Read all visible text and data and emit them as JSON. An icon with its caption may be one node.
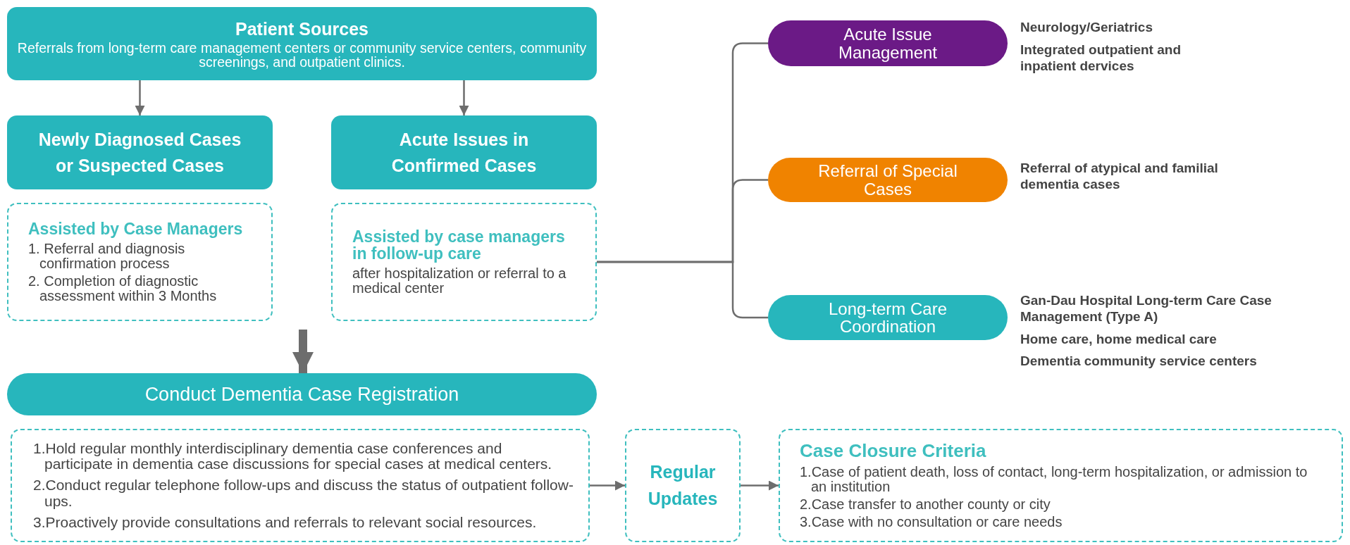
{
  "diagram": {
    "nodes": [
      {
        "text": [
          "Patient Sources",
          "Referrals from long-term care management centers or community service centers, community screenings, and outpatient clinics."
        ]
      },
      {
        "text": [
          "Newly Diagnosed Cases or Suspected Cases"
        ]
      },
      {
        "text": [
          "Acute Issues in Confirmed Cases"
        ]
      },
      {
        "text": [
          "Assisted by Case Managers",
          "1. Referral and diagnosis confirmation process",
          "2. Completion of diagnostic assessment within 3 Months"
        ]
      },
      {
        "text": [
          "Assisted by case managers in follow-up care",
          "after hospitalization or referral to a medical center"
        ]
      },
      {
        "text": [
          "Acute Issue Management"
        ],
        "beside": [
          "Neurology/Geriatrics",
          "Integrated outpatient and inpatient dervices"
        ]
      },
      {
        "text": [
          "Referral of Special Cases"
        ],
        "beside": [
          "Referral of atypical and familial dementia cases"
        ]
      },
      {
        "text": [
          "Long-term Care Coordination"
        ],
        "beside": [
          "Gan-Dau Hospital Long-term Care Case Management (Type A)",
          "Home care, home medical care",
          "Dementia community service centers"
        ]
      },
      {
        "text": [
          "Conduct Dementia Case Registration"
        ]
      },
      {
        "text": [
          "1.Hold regular monthly interdisciplinary dementia case conferences and participate in dementia case discussions for special cases at medical centers.",
          "2.Conduct regular telephone follow-ups and discuss the status of outpatient follow-ups.",
          "3.Proactively provide consultations and referrals to relevant social resources."
        ]
      },
      {
        "text": [
          "Regular Updates"
        ]
      },
      {
        "text": [
          "Case Closure Criteria",
          "1.Case of patient death, loss of contact, long-term hospitalization, or admission to an institution",
          "2.Case transfer to another county or city",
          "3.Case with no consultation or care needs"
        ]
      }
    ],
    "edges": [
      {
        "from": 0,
        "to": 1,
        "arrow": "to"
      },
      {
        "from": 0,
        "to": 2,
        "arrow": "to"
      },
      {
        "from": 4,
        "to": 5,
        "arrow": "none"
      },
      {
        "from": 4,
        "to": 6,
        "arrow": "none"
      },
      {
        "from": 4,
        "to": 7,
        "arrow": "none"
      },
      {
        "from": null,
        "to": 8,
        "arrow": "to",
        "style": "thick"
      },
      {
        "from": 9,
        "to": 10,
        "arrow": "to"
      },
      {
        "from": 10,
        "to": 11,
        "arrow": "to"
      }
    ]
  }
}
